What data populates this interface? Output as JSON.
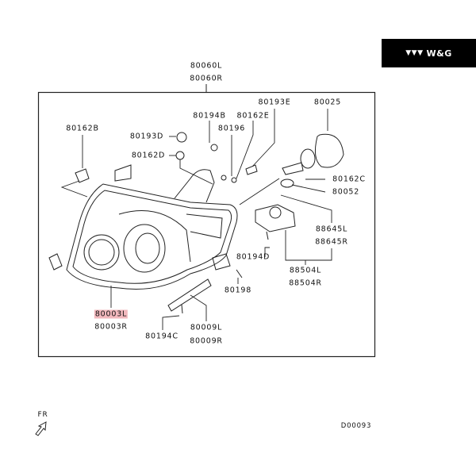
{
  "brand": {
    "name": "W&G",
    "icon": "triple-chevron-logo"
  },
  "diagram": {
    "assembly": [
      "80060L",
      "80060R"
    ],
    "parts": {
      "p80025": "80025",
      "p80193E": "80193E",
      "p80194B": "80194B",
      "p80162E": "80162E",
      "p80196": "80196",
      "p80162B": "80162B",
      "p80193D": "80193D",
      "p80162D": "80162D",
      "p80162C": "80162C",
      "p80052": "80052",
      "p88645L": "88645L",
      "p88645R": "88645R",
      "p80194D": "80194D",
      "p88504L": "88504L",
      "p88504R": "88504R",
      "p80198": "80198",
      "p80003L": "80003L",
      "p80003R": "80003R",
      "p80194C": "80194C",
      "p80009L": "80009L",
      "p80009R": "80009R"
    },
    "highlight_color": "#f2b8bd",
    "direction_label": "FR",
    "diagram_code": "D00093"
  }
}
